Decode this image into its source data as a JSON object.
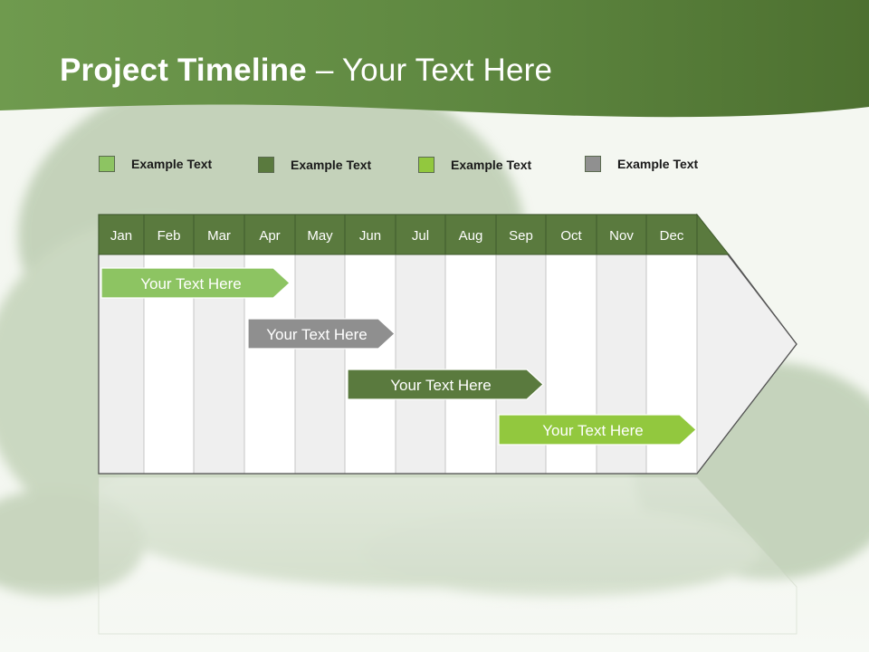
{
  "title": {
    "bold": "Project Timeline",
    "rest": " – Your Text Here"
  },
  "legend": [
    {
      "label": "Example Text",
      "color": "#8dc462"
    },
    {
      "label": "Example Text",
      "color": "#5a7a3e"
    },
    {
      "label": "Example Text",
      "color": "#92c83e"
    },
    {
      "label": "Example Text",
      "color": "#909090"
    }
  ],
  "months": [
    "Jan",
    "Feb",
    "Mar",
    "Apr",
    "May",
    "Jun",
    "Jul",
    "Aug",
    "Sep",
    "Oct",
    "Nov",
    "Dec"
  ],
  "tasks": [
    {
      "label": "Your  Text Here",
      "start": "Jan",
      "end": "Apr",
      "color": "#8dc462"
    },
    {
      "label": "Your  Text Here",
      "start": "Apr",
      "end": "Jun",
      "color": "#8f8f8f"
    },
    {
      "label": "Your  Text Here",
      "start": "Jun",
      "end": "Sep",
      "color": "#5a7a3e"
    },
    {
      "label": "Your  Text Here",
      "start": "Sep",
      "end": "Dec",
      "color": "#92c83e"
    }
  ],
  "colors": {
    "header": "#5a7a3e",
    "headerDark": "#4c6c35"
  }
}
